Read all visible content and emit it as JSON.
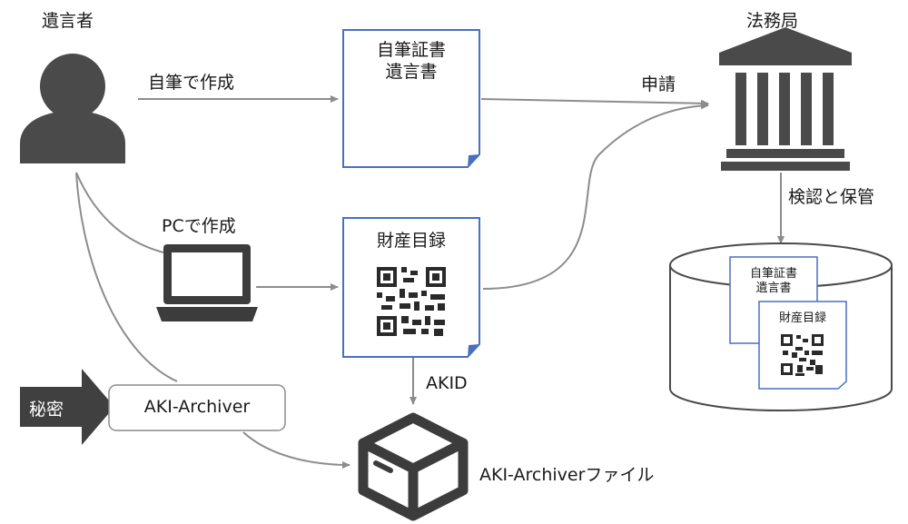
{
  "actors": {
    "testator": "遺言者",
    "legal_bureau": "法務局"
  },
  "flows": {
    "handwritten": "自筆で作成",
    "pc": "PCで作成",
    "apply": "申請",
    "verify_store": "検認と保管",
    "akid": "AKID"
  },
  "documents": {
    "holograph_line1": "自筆証書",
    "holograph_line2": "遺言書",
    "inventory": "財産目録"
  },
  "tools": {
    "secret": "秘密",
    "archiver": "AKI-Archiver",
    "archiver_file": "AKI-Archiverファイル"
  },
  "storage": {
    "holograph_line1": "自筆証書",
    "holograph_line2": "遺言書",
    "inventory": "財産目録"
  },
  "colors": {
    "icon": "#4a4a4a",
    "doc_border": "#4a6fc0",
    "arrow": "#8c8c8c",
    "secret_bg": "#404040"
  }
}
